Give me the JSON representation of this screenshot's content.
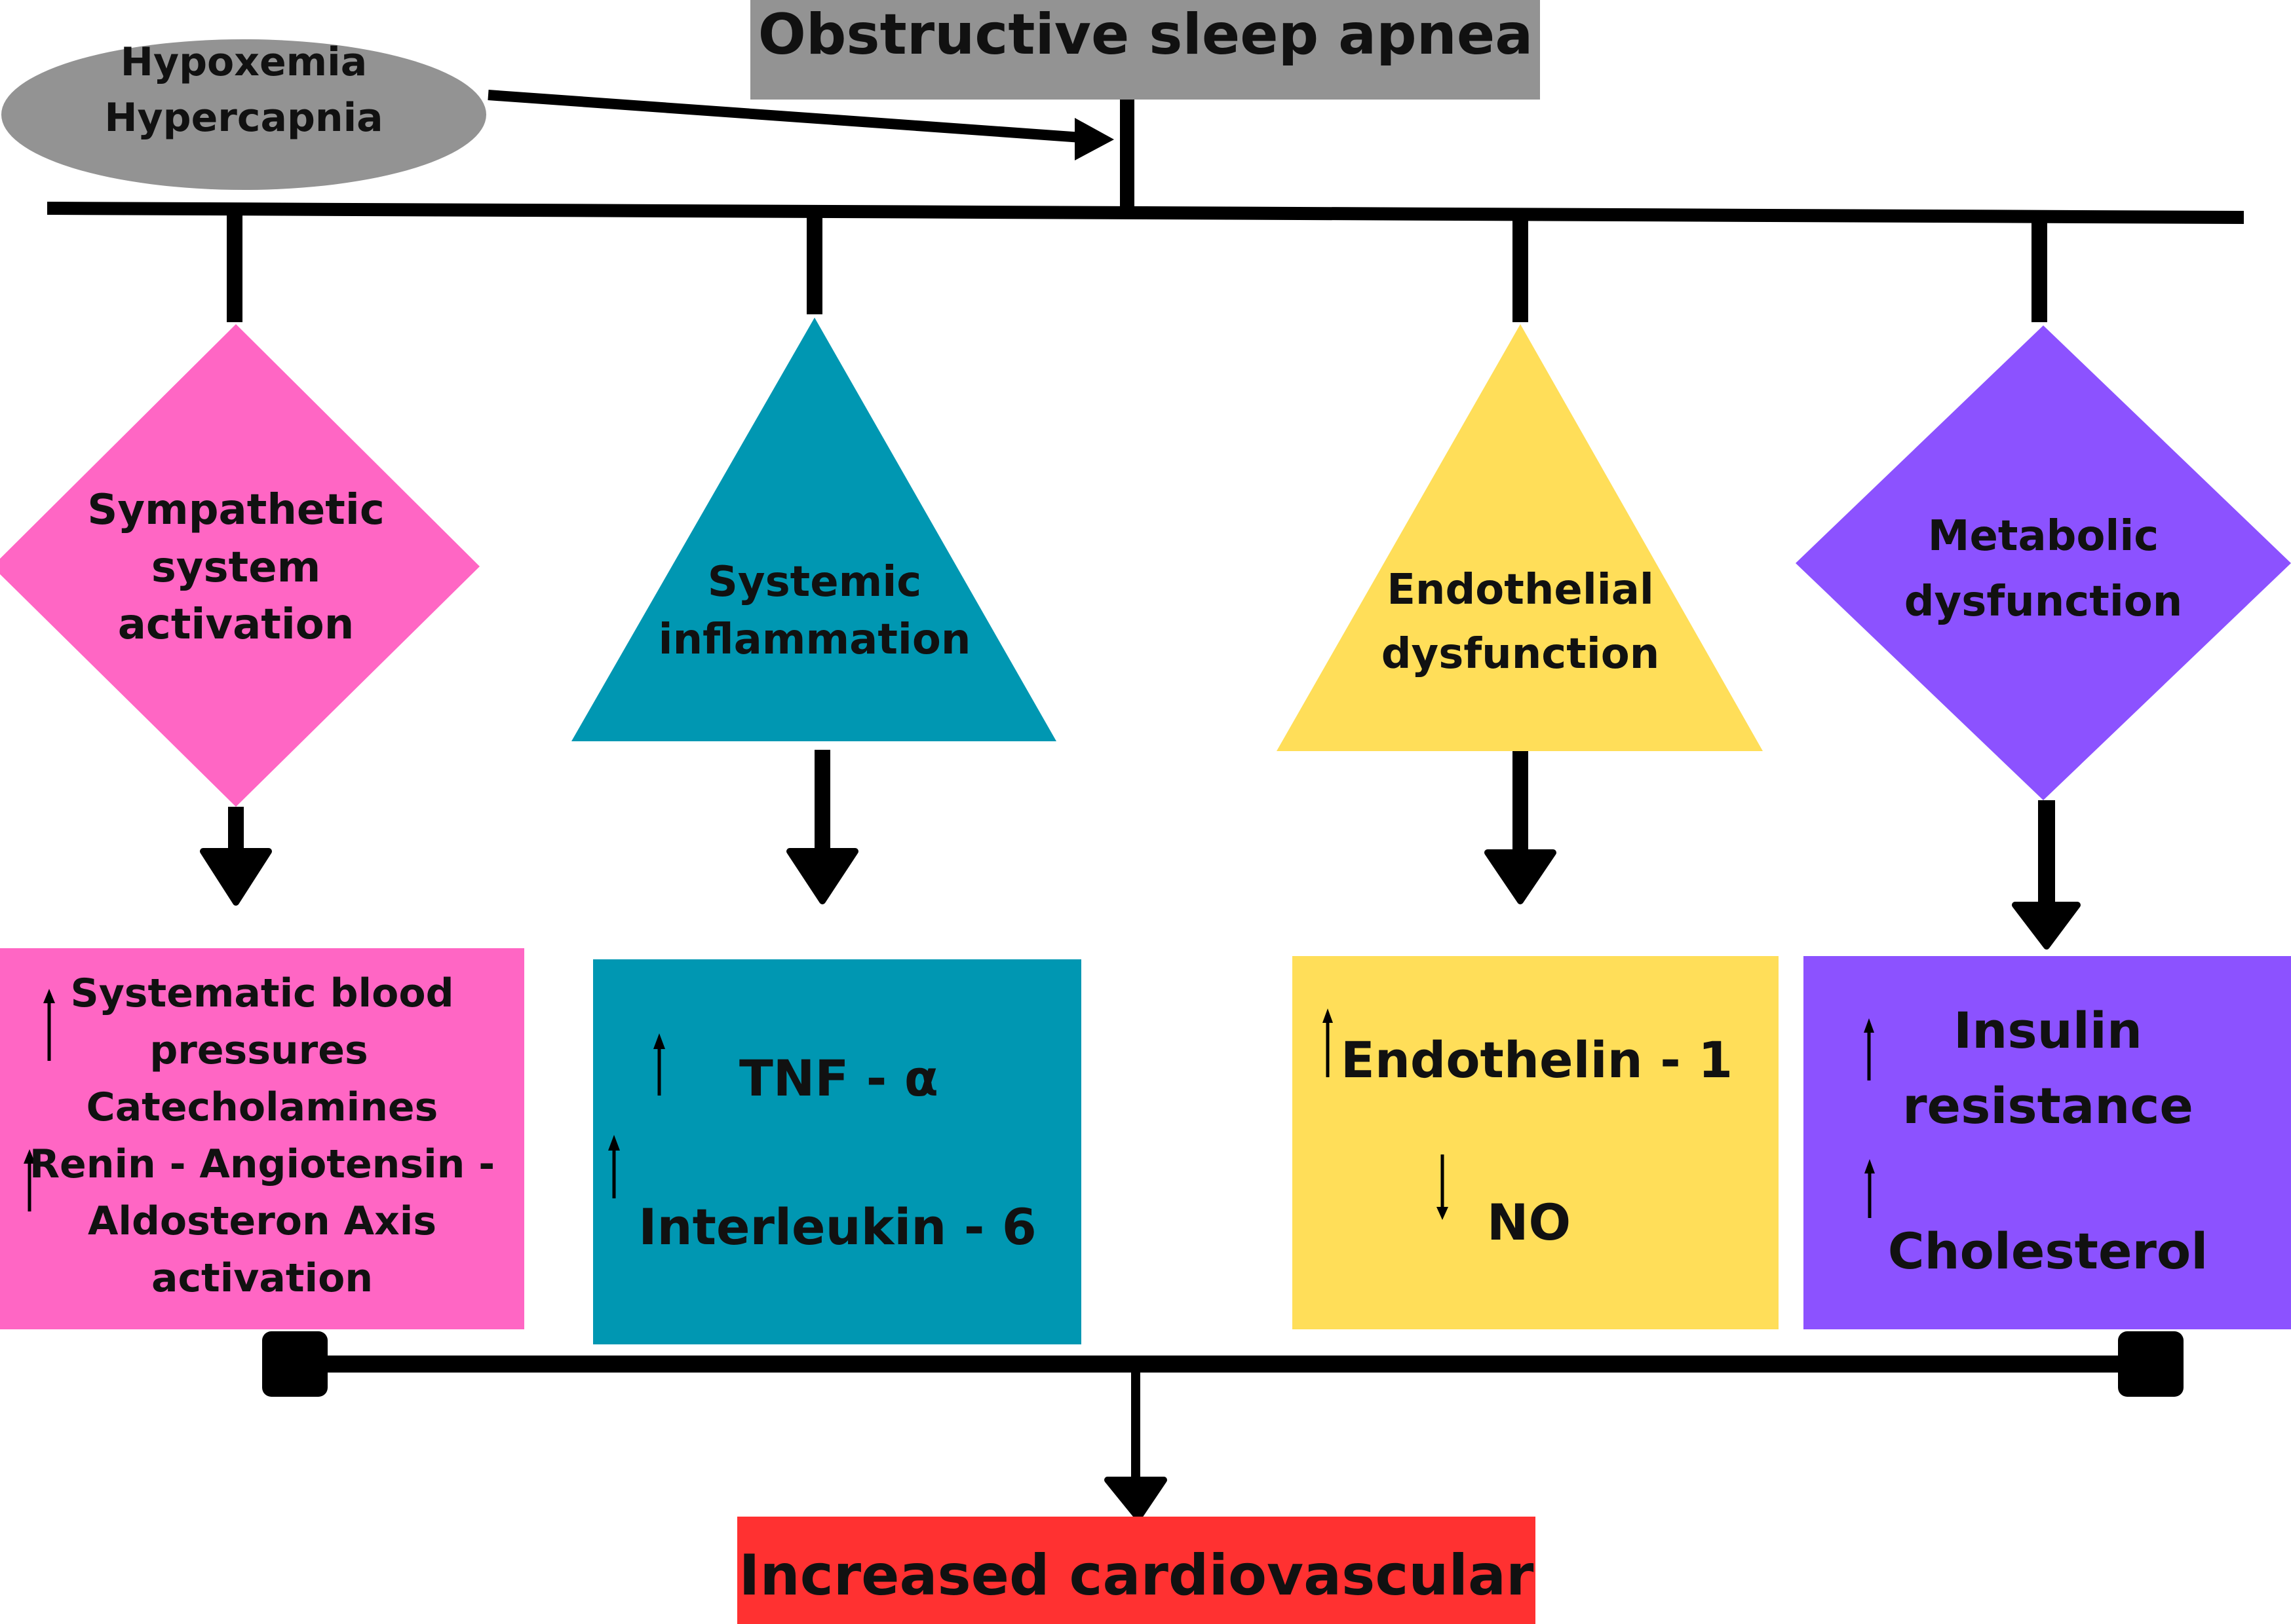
{
  "diagram": {
    "title": "Obstructive sleep apnea",
    "cause": {
      "lines": [
        "Hypoxemia",
        "Hypercapnia"
      ],
      "color": "#939393"
    },
    "title_color": "#939393",
    "mechanisms": [
      {
        "id": "sympathetic",
        "shape": "diamond",
        "color": "#ff66c4",
        "label_lines": [
          "Sympathetic",
          "system",
          "activation"
        ],
        "effects": [
          {
            "direction": "up",
            "lines": [
              "Systematic blood",
              "pressures"
            ]
          },
          {
            "direction": "none",
            "lines": [
              "Catecholamines"
            ]
          },
          {
            "direction": "up",
            "lines": [
              "Renin - Angiotensin -",
              "Aldosteron Axis",
              "activation"
            ]
          }
        ]
      },
      {
        "id": "inflammation",
        "shape": "triangle",
        "color": "#0097b2",
        "label_lines": [
          "Systemic",
          "inflammation"
        ],
        "effects": [
          {
            "direction": "up",
            "lines": [
              "TNF - α"
            ]
          },
          {
            "direction": "up",
            "lines": [
              "Interleukin - 6"
            ]
          }
        ]
      },
      {
        "id": "endothelial",
        "shape": "triangle",
        "color": "#ffde59",
        "label_lines": [
          "Endothelial",
          "dysfunction"
        ],
        "effects": [
          {
            "direction": "up",
            "lines": [
              "Endothelin - 1"
            ]
          },
          {
            "direction": "down",
            "lines": [
              "NO"
            ]
          }
        ]
      },
      {
        "id": "metabolic",
        "shape": "diamond",
        "color": "#8c52ff",
        "label_lines": [
          "Metabolic",
          "dysfunction"
        ],
        "effects": [
          {
            "direction": "up",
            "lines": [
              "Insulin",
              "resistance"
            ]
          },
          {
            "direction": "up",
            "lines": [
              "Cholesterol"
            ]
          }
        ]
      }
    ],
    "outcome": {
      "label": "Increased cardiovascular",
      "color": "#ff3131"
    }
  }
}
